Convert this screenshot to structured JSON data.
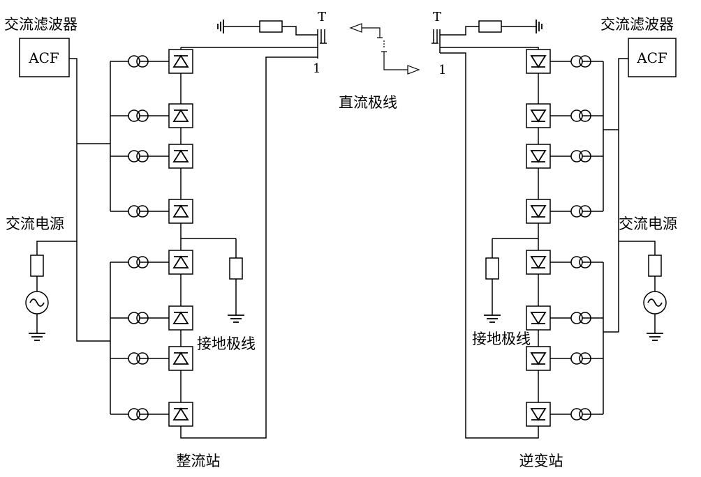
{
  "rectifier": {
    "filter_label": "交流滤波器",
    "acf_label": "ACF",
    "ac_source_label": "交流电源",
    "ground_line_label": "接地极线",
    "station_label": "整流站",
    "terminal_t": "T",
    "terminal_1": "1"
  },
  "inverter": {
    "filter_label": "交流滤波器",
    "acf_label": "ACF",
    "ac_source_label": "交流电源",
    "ground_line_label": "接地极线",
    "station_label": "逆变站",
    "terminal_t": "T",
    "terminal_1": "1"
  },
  "dc_line_label": "直流极线"
}
